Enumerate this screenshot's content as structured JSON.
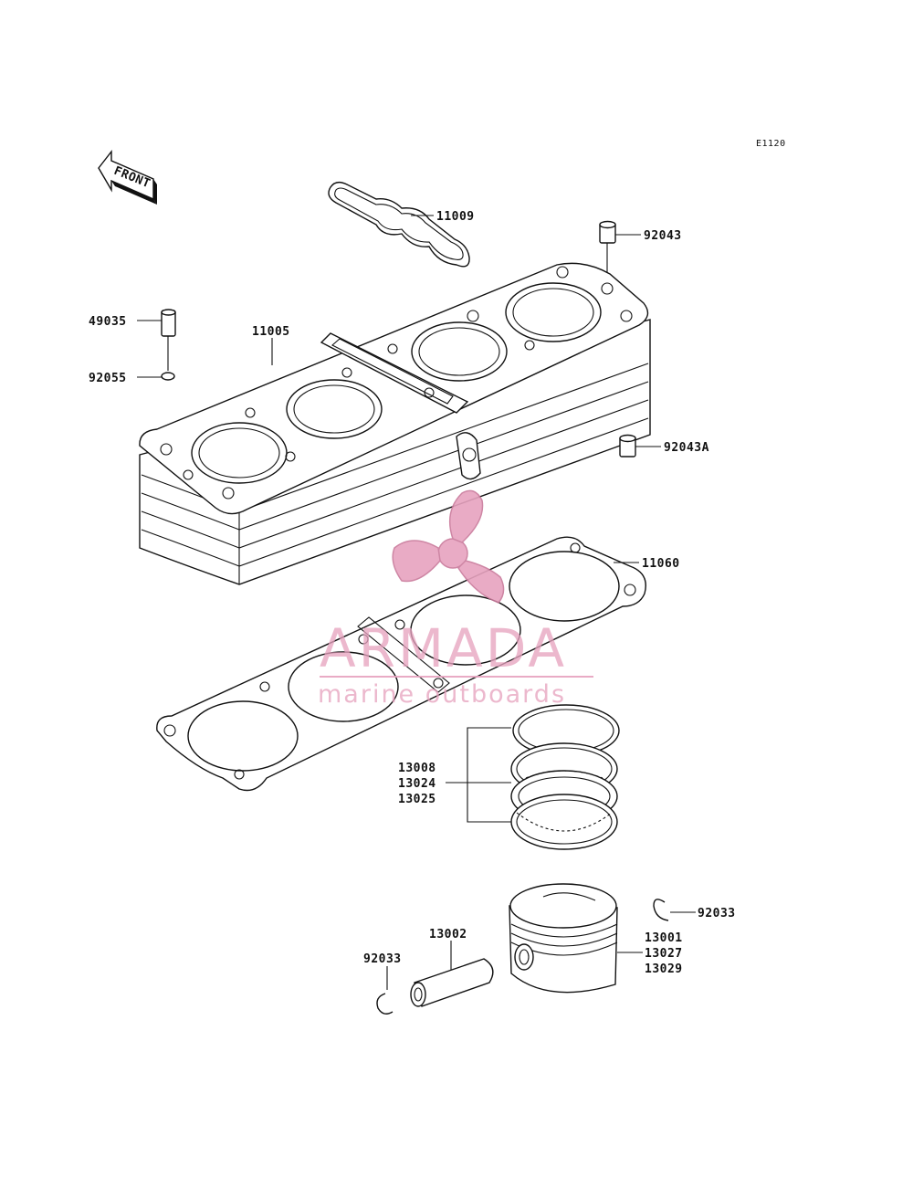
{
  "diagram_code": "E1120",
  "direction_label": "FRONT",
  "callouts": {
    "head_cover_gasket": "11009",
    "cylinder_block": "11005",
    "dowel_top": "92043",
    "pin_left": "49035",
    "oring_left": "92055",
    "dowel_right": "92043A",
    "base_gasket": "11060",
    "rings": [
      "13008",
      "13024",
      "13025"
    ],
    "piston_pin": "13002",
    "circlip_left": "92033",
    "circlip_right": "92033",
    "piston": [
      "13001",
      "13027",
      "13029"
    ]
  },
  "watermark": {
    "title": "ARMADA",
    "subtitle": "marine outboards",
    "color": "#e7a3bf"
  },
  "colors": {
    "ink": "#111111",
    "background": "#ffffff"
  }
}
